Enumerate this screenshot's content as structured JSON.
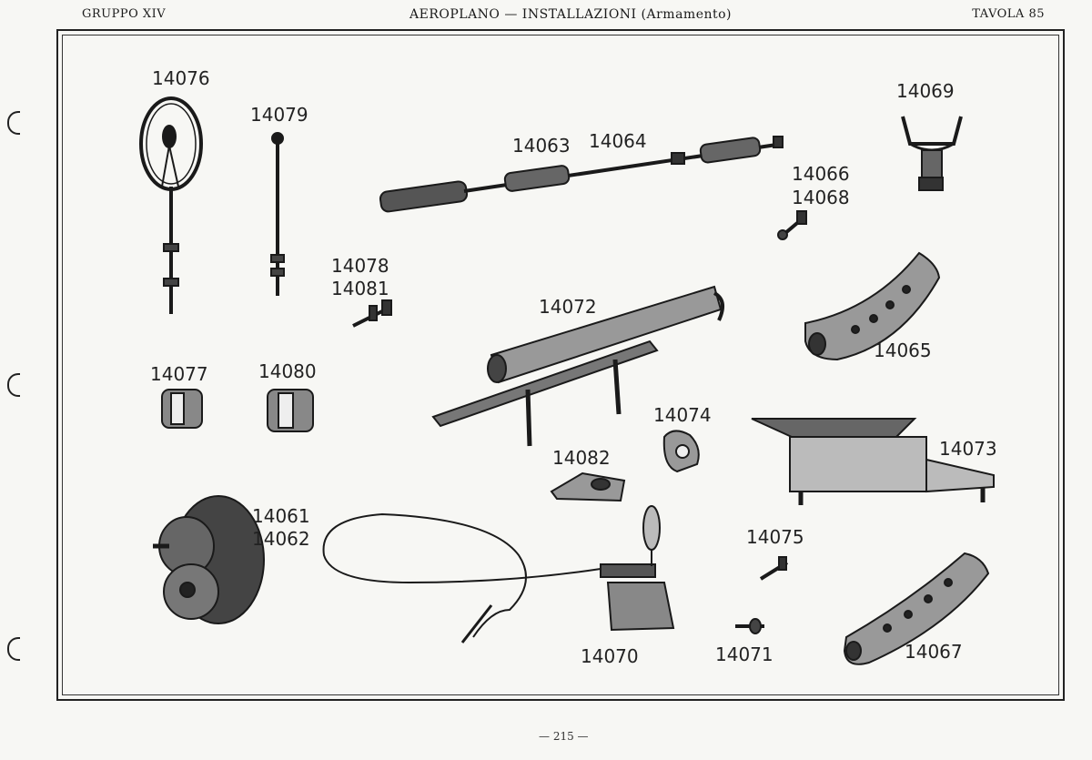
{
  "header": {
    "left": "GRUPPO XIV",
    "center": "AEROPLANO — INSTALLAZIONI (Armamento)",
    "right": "TAVOLA 85"
  },
  "parts": {
    "p14076": "14076",
    "p14079": "14079",
    "p14063": "14063",
    "p14064": "14064",
    "p14069": "14069",
    "p14066": "14066",
    "p14068": "14068",
    "p14078": "14078",
    "p14081": "14081",
    "p14072": "14072",
    "p14065": "14065",
    "p14077": "14077",
    "p14080": "14080",
    "p14074": "14074",
    "p14073": "14073",
    "p14082": "14082",
    "p14061": "14061",
    "p14062": "14062",
    "p14075": "14075",
    "p14070": "14070",
    "p14071": "14071",
    "p14067": "14067"
  },
  "footer": {
    "page": "— 215 —"
  }
}
